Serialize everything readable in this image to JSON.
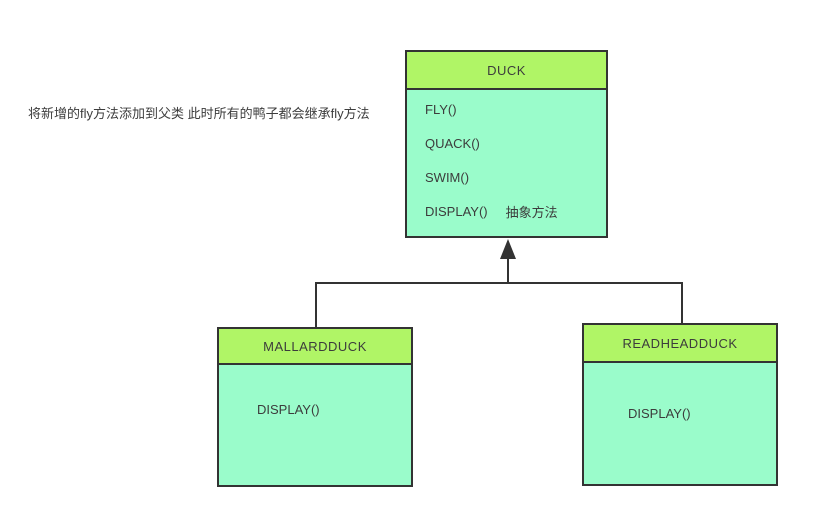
{
  "annotation": {
    "text": "将新增的fly方法添加到父类 此时所有的鸭子都会继承fly方法"
  },
  "colors": {
    "class_header_fill": "#b0f566",
    "class_body_fill": "#9afccb",
    "border_and_line": "#333333",
    "text": "#3c3c3c",
    "background": "#ffffff"
  },
  "classes": {
    "duck": {
      "name": "DUCK",
      "methods": [
        "FLY()",
        "QUACK()",
        "SWIM()",
        "DISPLAY()"
      ],
      "note": "抽象方法"
    },
    "mallard": {
      "name": "MALLARDDUCK",
      "methods": [
        "DISPLAY()"
      ]
    },
    "readhead": {
      "name": "READHEADDUCK",
      "methods": [
        "DISPLAY()"
      ]
    }
  },
  "connector": {
    "type": "inheritance-arrow-up"
  }
}
